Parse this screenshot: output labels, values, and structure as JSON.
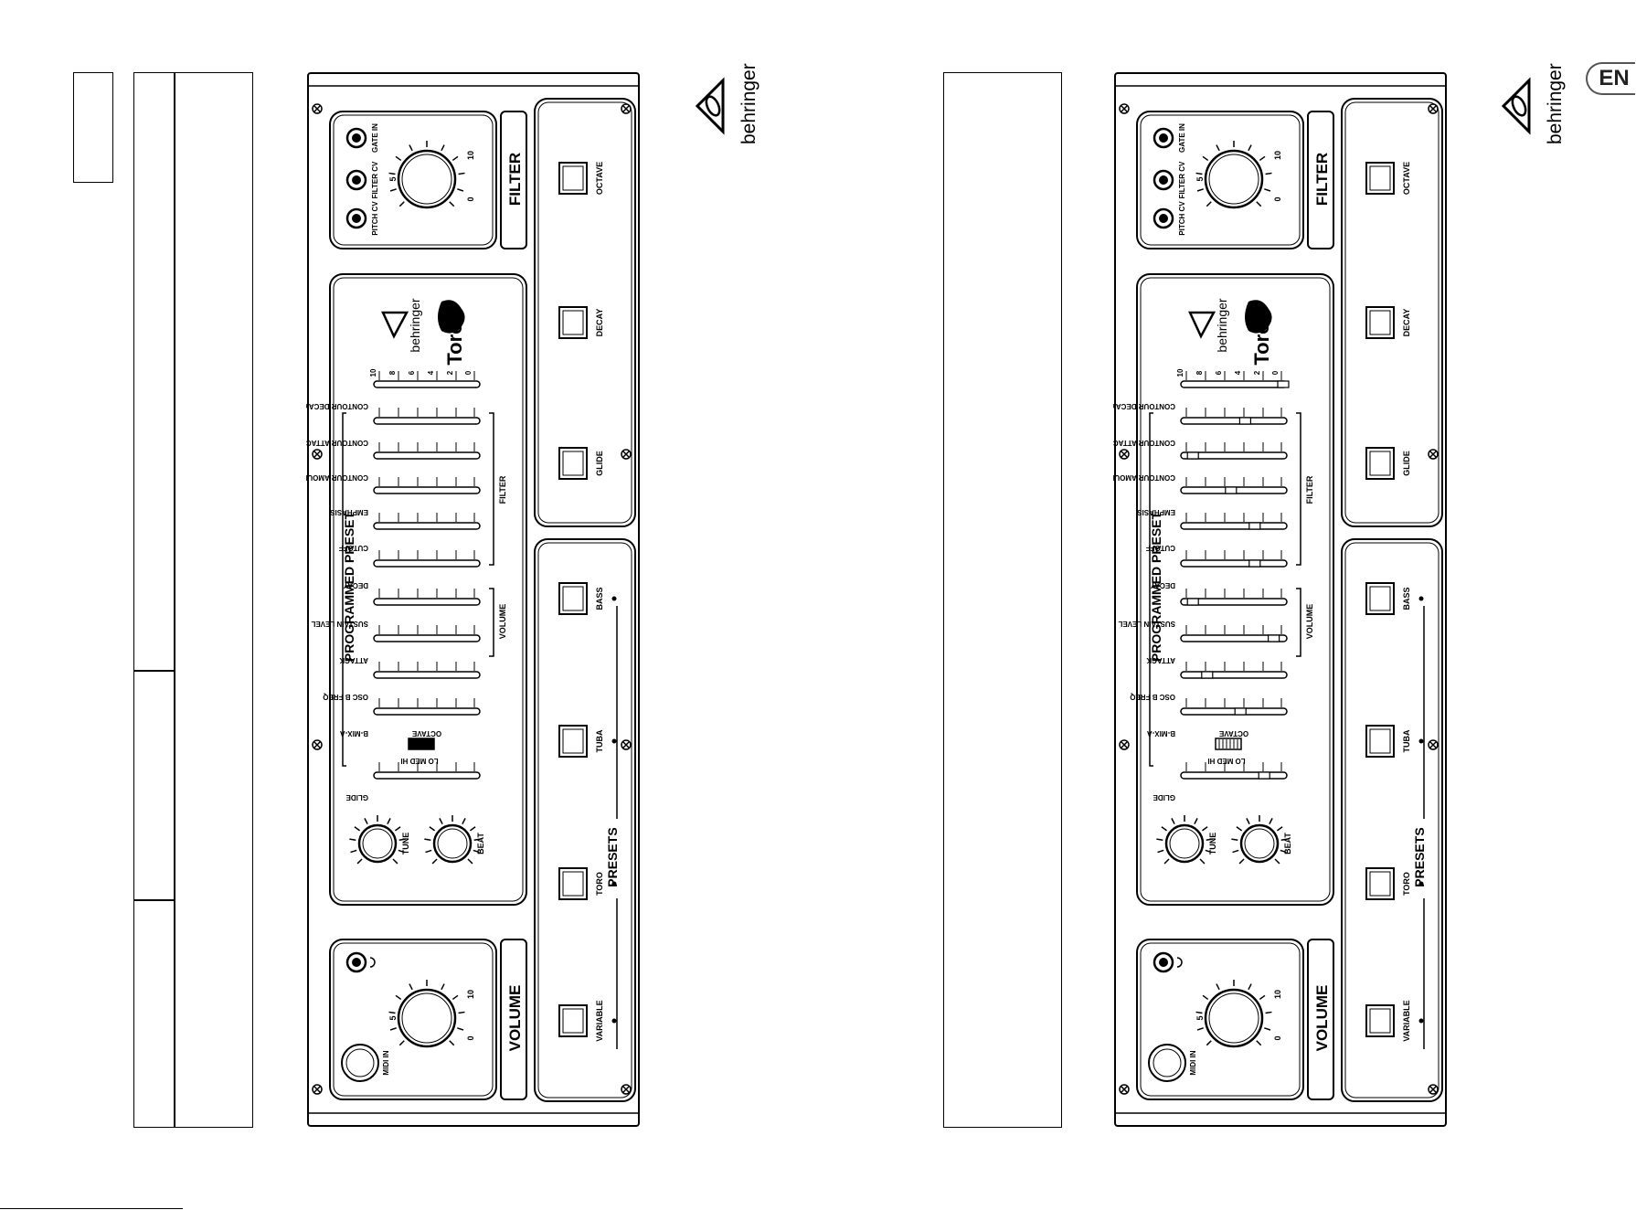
{
  "language_tab": "EN",
  "brand": "behringer",
  "panel": {
    "sections": {
      "filter": "FILTER",
      "volume": "VOLUME",
      "programmed_preset": "PROGRAMMED PRESET",
      "presets": "PRESETS",
      "filter_group": "FILTER",
      "volume_group": "VOLUME"
    },
    "jacks": {
      "pitch_cv": "PITCH CV",
      "filter_cv": "FILTER CV",
      "gate_in": "GATE IN",
      "midi_in": "MIDI IN"
    },
    "knob_scale": {
      "min": "0",
      "mid": "5",
      "max": "10"
    },
    "knobs": {
      "tune": "TUNE",
      "beat": "BEAT"
    },
    "sliders": [
      "CONTOUR DECAY",
      "CONTOUR ATTACK",
      "CONTOUR AMOUNT",
      "EMPHASIS",
      "CUTOFF",
      "DECAY",
      "SUSTAIN LEVEL",
      "ATTACK",
      "OSC B FREQ",
      "B-MIX-A"
    ],
    "slider_scale": [
      "10",
      "8",
      "6",
      "4",
      "2",
      "0"
    ],
    "octave": {
      "label": "OCTAVE",
      "options": "LO  MED  HI"
    },
    "glide_slider": "GLIDE",
    "buttons_top": [
      "OCTAVE",
      "DECAY",
      "GLIDE"
    ],
    "buttons_presets": [
      "BASS",
      "TUBA",
      "TORO",
      "VARIABLE"
    ],
    "logo_word": "behringer",
    "product": "Toro"
  },
  "preset_slider_levels": [
    0.0,
    0.4,
    0.95,
    0.55,
    0.3,
    0.3,
    0.95,
    0.1,
    0.8,
    0.45,
    0.2
  ]
}
